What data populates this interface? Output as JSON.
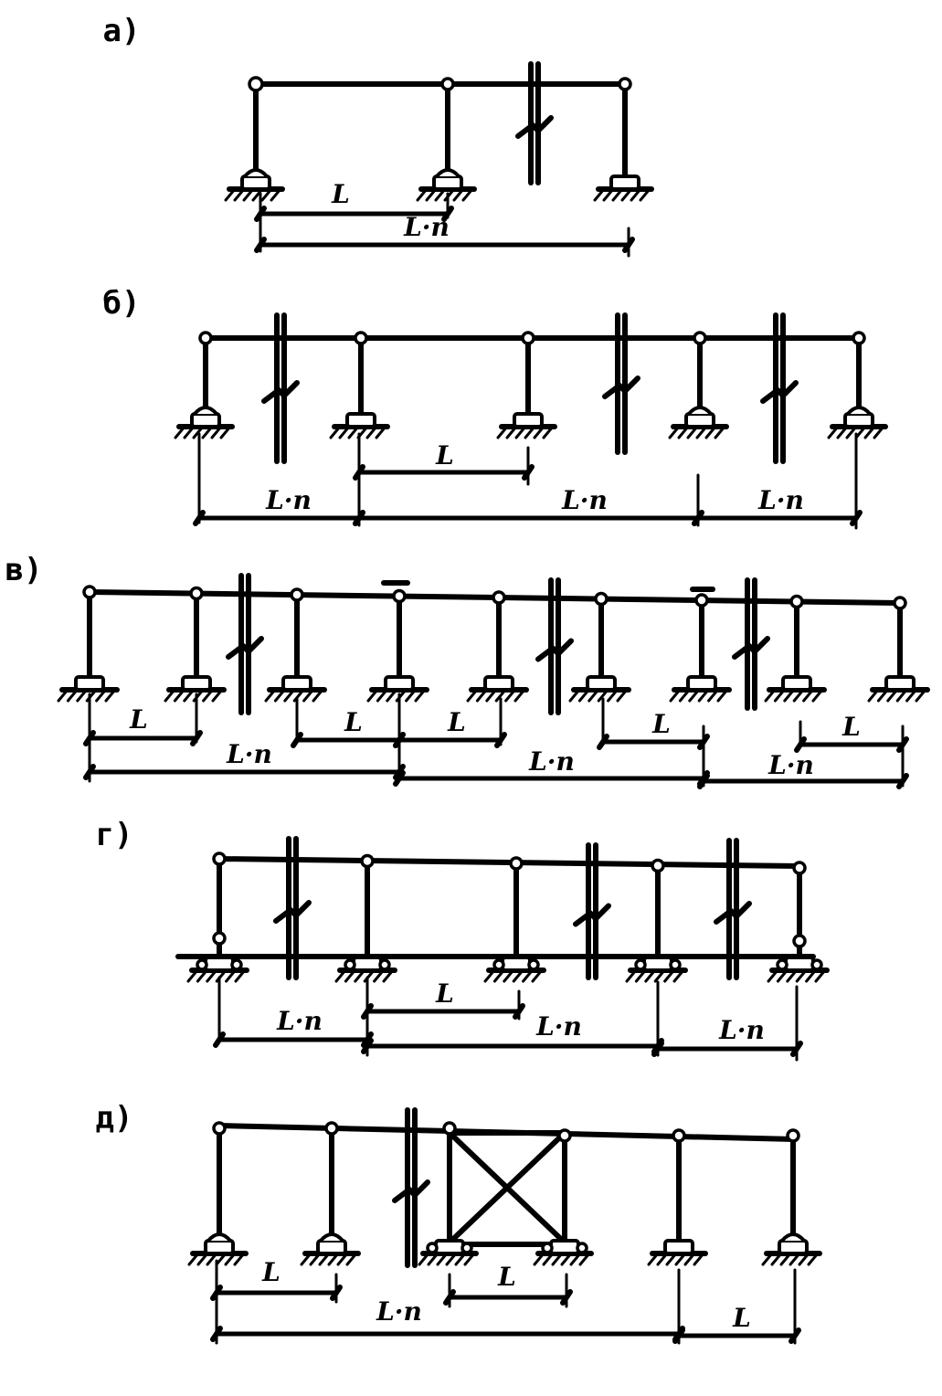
{
  "panels": [
    {
      "label": "а)",
      "dims": [
        "L",
        "L·n"
      ]
    },
    {
      "label": "б)",
      "dims": [
        "L·n",
        "L",
        "L·n",
        "L·n"
      ]
    },
    {
      "label": "в)",
      "dims": [
        "L",
        "L·n",
        "L",
        "L",
        "L·n",
        "L",
        "L",
        "L·n"
      ]
    },
    {
      "label": "г)",
      "dims": [
        "L·n",
        "L",
        "L·n",
        "L·n"
      ]
    },
    {
      "label": "д)",
      "dims": [
        "L",
        "L·n",
        "L",
        "L"
      ]
    }
  ]
}
